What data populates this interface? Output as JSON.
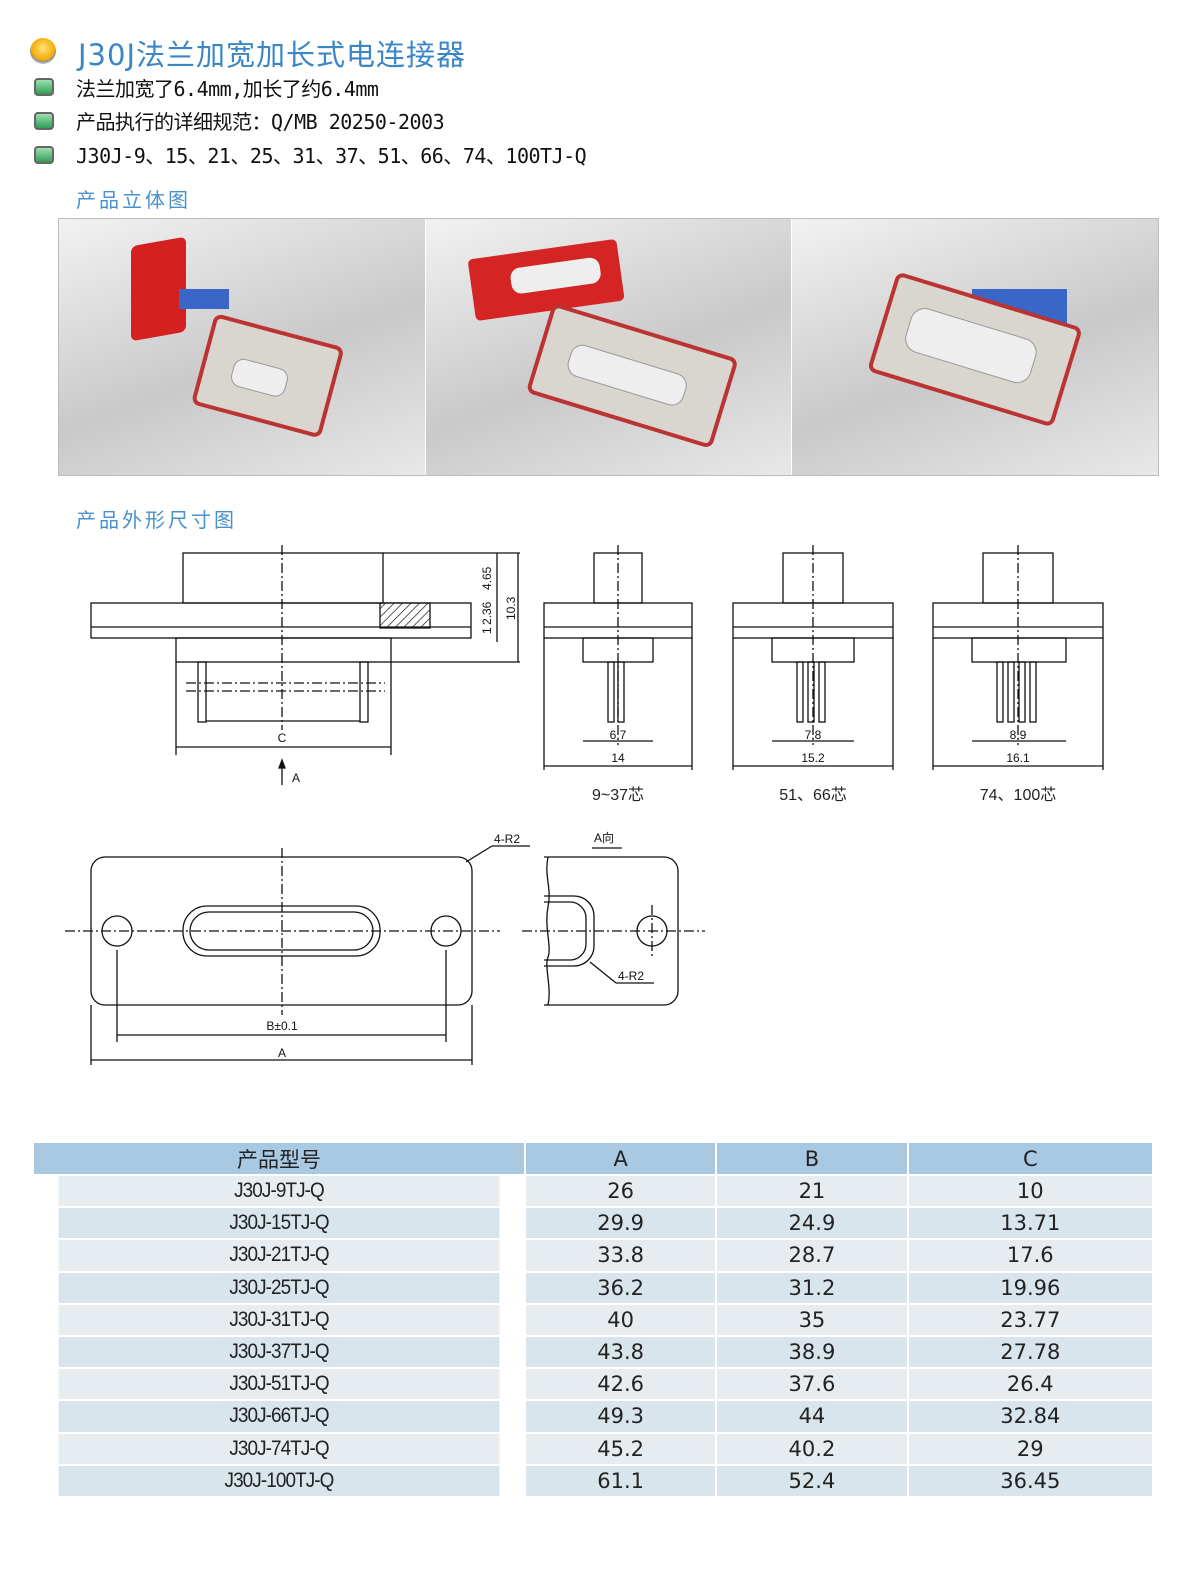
{
  "header": {
    "title": "J30J法兰加宽加长式电连接器",
    "features": [
      "法兰加宽了6.4mm,加长了约6.4mm",
      "产品执行的详细规范：Q/MB 20250-2003",
      "J30J-9、15、21、25、31、37、51、66、74、100TJ-Q"
    ]
  },
  "sections": {
    "photos": "产品立体图",
    "dimensions": "产品外形尺寸图"
  },
  "drawing": {
    "dim_465": "4.65",
    "dim_236": "2.36",
    "dim_1": "1",
    "dim_103": "10.3",
    "label_c": "C",
    "label_a_arrow": "A",
    "views": [
      {
        "inner": "6.7",
        "outer": "14",
        "caption": "9~37芯"
      },
      {
        "inner": "7.8",
        "outer": "15.2",
        "caption": "51、66芯"
      },
      {
        "inner": "8.9",
        "outer": "16.1",
        "caption": "74、100芯"
      }
    ],
    "front": {
      "radius": "4-R2",
      "b": "B±0.1",
      "a": "A"
    },
    "side": {
      "title": "A向",
      "radius": "4-R2"
    }
  },
  "table": {
    "headers": [
      "产品型号",
      "A",
      "B",
      "C"
    ],
    "rows": [
      [
        "J30J-9TJ-Q",
        "26",
        "21",
        "10"
      ],
      [
        "J30J-15TJ-Q",
        "29.9",
        "24.9",
        "13.71"
      ],
      [
        "J30J-21TJ-Q",
        "33.8",
        "28.7",
        "17.6"
      ],
      [
        "J30J-25TJ-Q",
        "36.2",
        "31.2",
        "19.96"
      ],
      [
        "J30J-31TJ-Q",
        "40",
        "35",
        "23.77"
      ],
      [
        "J30J-37TJ-Q",
        "43.8",
        "38.9",
        "27.78"
      ],
      [
        "J30J-51TJ-Q",
        "42.6",
        "37.6",
        "26.4"
      ],
      [
        "J30J-66TJ-Q",
        "49.3",
        "44",
        "32.84"
      ],
      [
        "J30J-74TJ-Q",
        "45.2",
        "40.2",
        "29"
      ],
      [
        "J30J-100TJ-Q",
        "61.1",
        "52.4",
        "36.45"
      ]
    ]
  }
}
